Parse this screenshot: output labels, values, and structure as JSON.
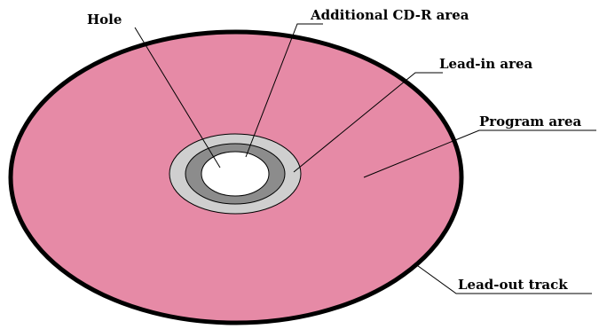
{
  "labels": {
    "hole": "Hole",
    "additional_cdr_area": "Additional CD-R area",
    "lead_in_area": "Lead-in area",
    "program_area": "Program area",
    "lead_out_track": "Lead-out track"
  },
  "colors": {
    "disc_fill": "#e68aa6",
    "disc_outline": "#000000",
    "hub_outer_ring": "#cfcfcf",
    "hub_inner_ring": "#8c8c8c",
    "hole": "#ffffff",
    "leader_line": "#000000",
    "text": "#000000"
  }
}
